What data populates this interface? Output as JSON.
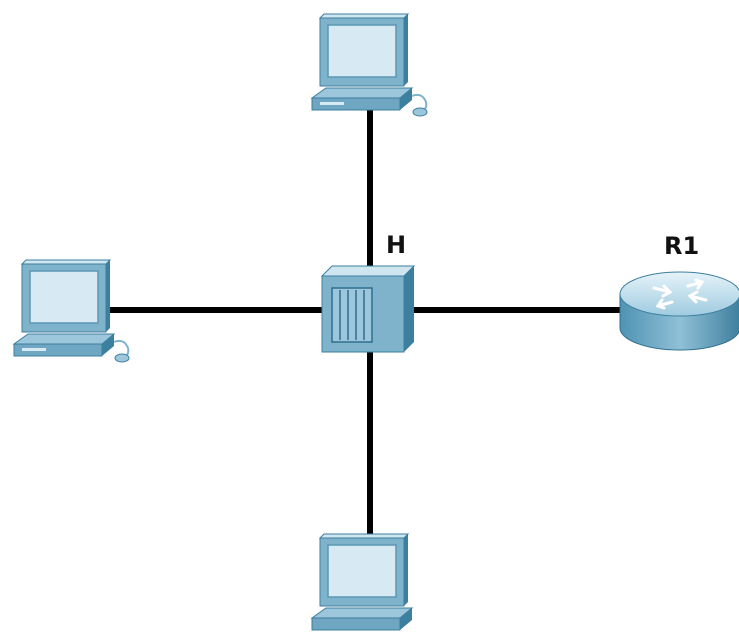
{
  "nodes": {
    "hub": {
      "label": "H",
      "type": "hub"
    },
    "router": {
      "label": "R1",
      "type": "router"
    },
    "pc_top": {
      "type": "pc"
    },
    "pc_left": {
      "type": "pc"
    },
    "pc_bottom": {
      "type": "pc"
    }
  },
  "links": [
    {
      "from": "hub",
      "to": "pc_top"
    },
    {
      "from": "hub",
      "to": "pc_left"
    },
    {
      "from": "hub",
      "to": "pc_bottom"
    },
    {
      "from": "hub",
      "to": "router"
    }
  ],
  "colors": {
    "link": "#000000",
    "device_face": "#7fb3cc",
    "device_dark": "#3d7f9f",
    "device_light": "#cfe6f1",
    "screen": "#d7eaf4"
  },
  "icons": {
    "pc": "desktop-computer-icon",
    "hub": "network-hub-icon",
    "router": "router-icon"
  }
}
